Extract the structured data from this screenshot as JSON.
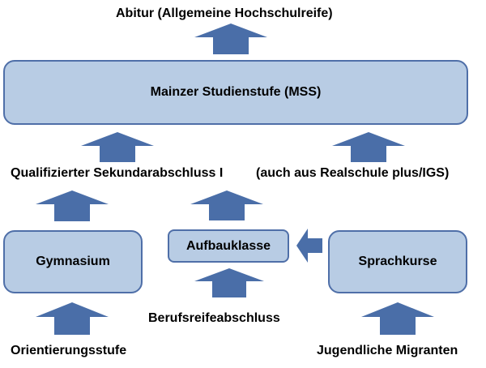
{
  "colors": {
    "box_fill": "#b8cce4",
    "box_border": "#4f6fa8",
    "arrow": "#4a6ea8"
  },
  "labels": {
    "abitur": "Abitur (Allgemeine Hochschulreife)",
    "qualifizierter": "Qualifizierter Sekundarabschluss I",
    "realschule": "(auch aus Realschule plus/IGS)",
    "berufsreife": "Berufsreifeabschluss",
    "orientierung": "Orientierungsstufe",
    "migranten": "Jugendliche Migranten"
  },
  "boxes": {
    "mss": "Mainzer Studienstufe (MSS)",
    "gymnasium": "Gymnasium",
    "aufbauklasse": "Aufbauklasse",
    "sprachkurse": "Sprachkurse"
  },
  "arrows": [
    {
      "id": "abitur-arrow",
      "direction": "up"
    },
    {
      "id": "mss-left-arrow",
      "direction": "up"
    },
    {
      "id": "mss-right-arrow",
      "direction": "up"
    },
    {
      "id": "gymnasium-up-arrow",
      "direction": "up"
    },
    {
      "id": "aufbauklasse-up-arrow",
      "direction": "up"
    },
    {
      "id": "sprachkurse-to-aufbauklasse-arrow",
      "direction": "left"
    },
    {
      "id": "berufsreife-up-arrow",
      "direction": "up"
    },
    {
      "id": "orientierung-up-arrow",
      "direction": "up"
    },
    {
      "id": "migranten-up-arrow",
      "direction": "up"
    }
  ]
}
